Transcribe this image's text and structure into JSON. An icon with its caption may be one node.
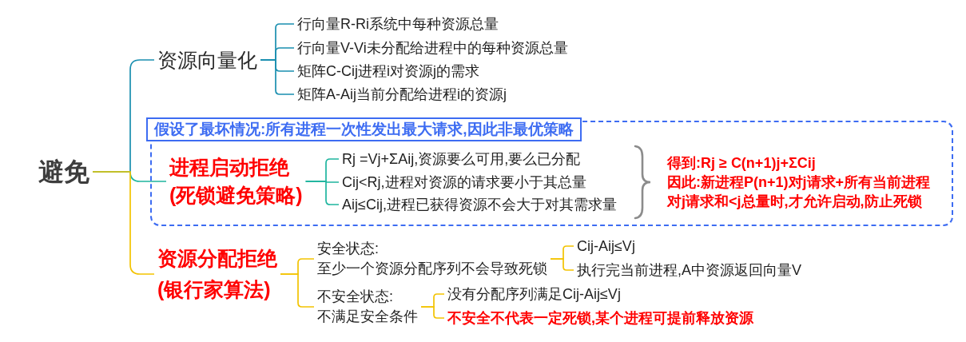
{
  "diagram": {
    "nodes": [
      {
        "text": [
          "避免"
        ]
      },
      {
        "text": [
          "资源向量化"
        ]
      },
      {
        "text": [
          "行向量R-Ri系统中每种资源总量"
        ]
      },
      {
        "text": [
          "行向量V-Vi未分配给进程中的每种资源总量"
        ]
      },
      {
        "text": [
          "矩阵C-Cij进程i对资源j的需求"
        ]
      },
      {
        "text": [
          "矩阵A-Aij当前分配给进程i的资源j"
        ]
      },
      {
        "text": [
          "假设了最坏情况:所有进程一次性发出最大请求,因此非最优策略"
        ]
      },
      {
        "text": [
          "进程启动拒绝",
          "(死锁避免策略)"
        ],
        "in": 6
      },
      {
        "text": [
          "Rj =Vj+ΣAij,资源要么可用,要么已分配"
        ],
        "in": 6
      },
      {
        "text": [
          "Cij<Rj,进程对资源的请求要小于其总量"
        ],
        "in": 6
      },
      {
        "text": [
          "Aij≤Cij,进程已获得资源不会大于对其需求量"
        ],
        "in": 6
      },
      {
        "text": [
          "得到:Rj ≥ C(n+1)j+ΣCij",
          "因此:新进程P(n+1)对j请求+所有当前进程对j请求和<j总量时,才允许启动,防止死锁"
        ],
        "in": 6
      },
      {
        "text": [
          "资源分配拒绝",
          "(银行家算法)"
        ]
      },
      {
        "text": [
          "安全状态:",
          "至少一个资源分配序列不会导致死锁"
        ]
      },
      {
        "text": [
          "Cij-Aij≤Vj"
        ]
      },
      {
        "text": [
          "执行完当前进程,A中资源返回向量V"
        ]
      },
      {
        "text": [
          "不安全状态:",
          "不满足安全条件"
        ]
      },
      {
        "text": [
          "没有分配序列满足Cij-Aij≤Vj"
        ]
      },
      {
        "text": [
          "不安全不代表一定死锁,某个进程可提前释放资源"
        ]
      }
    ],
    "edges": [
      {
        "from": 0,
        "to": 1,
        "arrow": "none",
        "color": "#1a8fb0"
      },
      {
        "from": 1,
        "to": 2,
        "arrow": "none",
        "color": "#1a8fb0"
      },
      {
        "from": 1,
        "to": 3,
        "arrow": "none",
        "color": "#1a8fb0"
      },
      {
        "from": 1,
        "to": 4,
        "arrow": "none",
        "color": "#1a8fb0"
      },
      {
        "from": 1,
        "to": 5,
        "arrow": "none",
        "color": "#1a8fb0"
      },
      {
        "from": 0,
        "to": 7,
        "arrow": "none",
        "color": "#1fb59f"
      },
      {
        "from": 7,
        "to": 8,
        "arrow": "none",
        "color": "#1fb59f"
      },
      {
        "from": 7,
        "to": 9,
        "arrow": "none",
        "color": "#1fb59f"
      },
      {
        "from": 7,
        "to": 10,
        "arrow": "none",
        "color": "#1fb59f"
      },
      {
        "from": 0,
        "to": 12,
        "arrow": "none"
      },
      {
        "from": 12,
        "to": 13,
        "arrow": "none"
      },
      {
        "from": 12,
        "to": 16,
        "arrow": "none"
      },
      {
        "from": 13,
        "to": 14,
        "arrow": "none"
      },
      {
        "from": 13,
        "to": 15,
        "arrow": "none"
      },
      {
        "from": 16,
        "to": 17,
        "arrow": "none"
      },
      {
        "from": 16,
        "to": 18,
        "arrow": "none"
      }
    ]
  }
}
